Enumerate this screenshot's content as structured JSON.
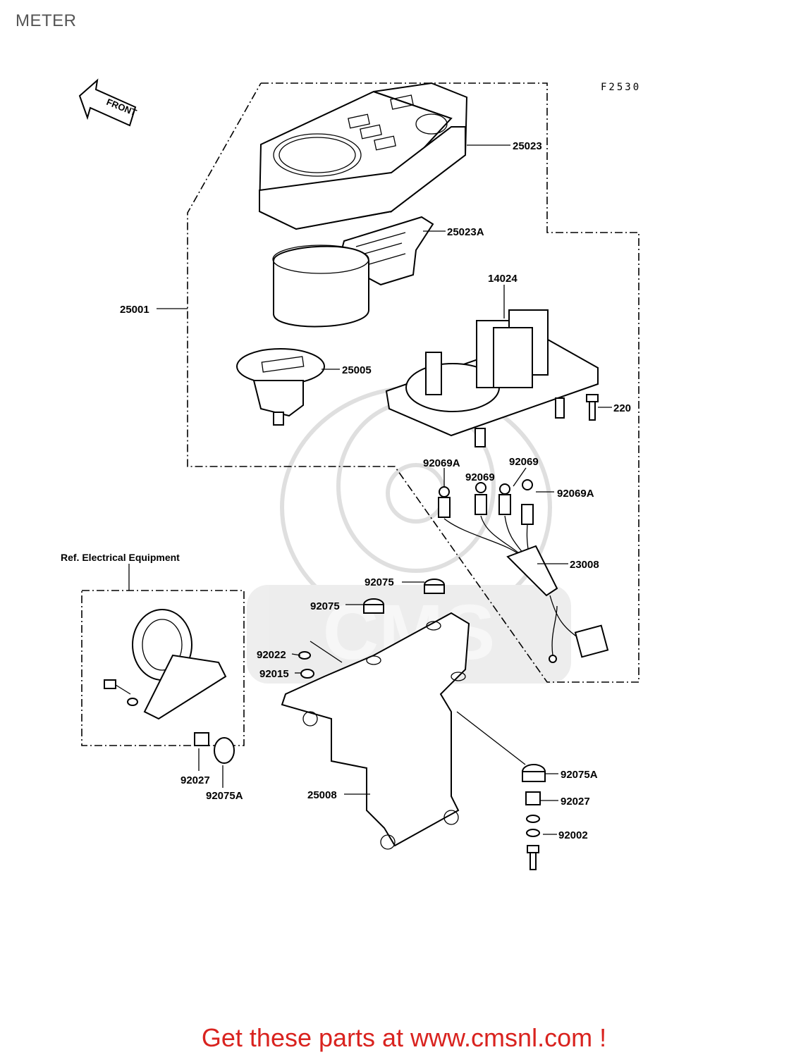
{
  "page_title": "METER",
  "figure_code": "F2530",
  "front_arrow": "FRONT",
  "ref_label": "Ref.  Electrical Equipment",
  "watermark": "CMS",
  "parts": {
    "p25023": "25023",
    "p25023A": "25023A",
    "p14024": "14024",
    "p25001": "25001",
    "p25005": "25005",
    "p220": "220",
    "p92069A_left": "92069A",
    "p92069_left": "92069",
    "p92069_right": "92069",
    "p92069A_right": "92069A",
    "p23008": "23008",
    "p92075_top": "92075",
    "p92075_mid": "92075",
    "p92022": "92022",
    "p92015": "92015",
    "p92027_left": "92027",
    "p92075A_left": "92075A",
    "p25008": "25008",
    "p92075A_right": "92075A",
    "p92027_right": "92027",
    "p92002": "92002"
  },
  "footer": "Get these parts at www.cmsnl.com !",
  "colors": {
    "footer": "#d9231f",
    "title": "#555555",
    "watermark": "#dcdcdc"
  }
}
